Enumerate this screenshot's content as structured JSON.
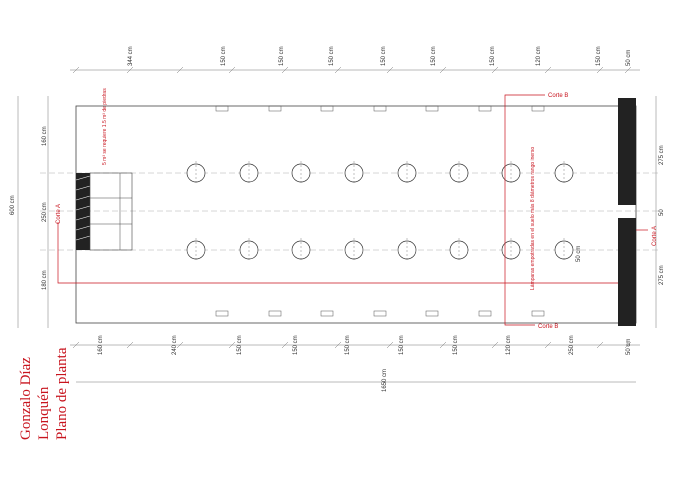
{
  "title_lines": [
    "Gonzalo Díaz",
    "Lonquén",
    "Plano de planta"
  ],
  "top_dims": [
    "344 cm",
    "150 cm",
    "150 cm",
    "150 cm",
    "150 cm",
    "150 cm",
    "150 cm",
    "120 cm",
    "150 cm",
    "50 cm"
  ],
  "bottom_dims": [
    "160 cm",
    "240 cm",
    "150 cm",
    "150 cm",
    "150 cm",
    "150 cm",
    "150 cm",
    "120 cm",
    "250 cm",
    "50 cm"
  ],
  "total_length": "1650 cm",
  "total_width": "600 cm",
  "left_dims": [
    "160 cm",
    "250 cm",
    "180 cm"
  ],
  "right_dims": [
    "275 cm",
    "50",
    "275 cm"
  ],
  "annotations": {
    "pit_note": "5 m³ se requiere 1.5 m³ de piedras",
    "lamp_note": "Lámparas empotradas en el suelo más 8 diámetros rango inerso",
    "circle_size": "50 cm",
    "corte_a_left": "Corte A",
    "corte_a_right": "Corte A",
    "corte_b_top": "Corte B",
    "corte_b_bottom": "Corte B"
  },
  "colors": {
    "section_line": "#c8141e",
    "walls": "#222222",
    "lines": "#444444"
  }
}
